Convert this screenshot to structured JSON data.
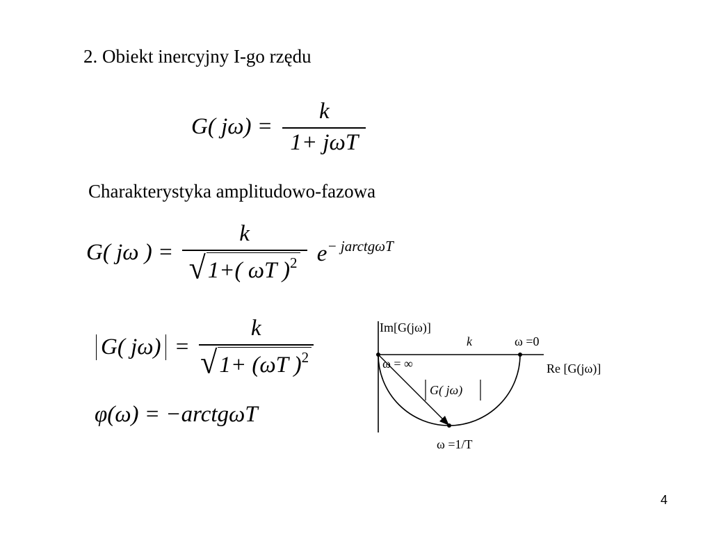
{
  "slide": {
    "heading": "2. Obiekt inercyjny I-go rzędu",
    "subheading": "Charakterystyka amplitudowo-fazowa",
    "page_number": "4"
  },
  "eq1": {
    "lhs": "G( jω) =",
    "numerator": "k",
    "denominator": "1+ jωT"
  },
  "eq2": {
    "lhs": "G(  jω ) =",
    "numerator": "k",
    "radicand": "1+( ωT )",
    "power": "2",
    "exp_base": "e",
    "exponent": "− jarctgωT"
  },
  "eq3": {
    "abs_content": "G( jω)",
    "equals": "=",
    "numerator": "k",
    "radicand": "1+ (ωT )",
    "power": "2"
  },
  "eq4": {
    "text": "φ(ω) = −arctgωT"
  },
  "nyquist": {
    "im_axis_label": "Im[G(jω)]",
    "re_axis_label": "Re [G(jω)]",
    "k_label": "k",
    "omega_zero_label": "ω =0",
    "omega_inf_label": "ω = ∞",
    "vector_label": "G( jω)",
    "omega_1T_label": "ω =1/T"
  }
}
